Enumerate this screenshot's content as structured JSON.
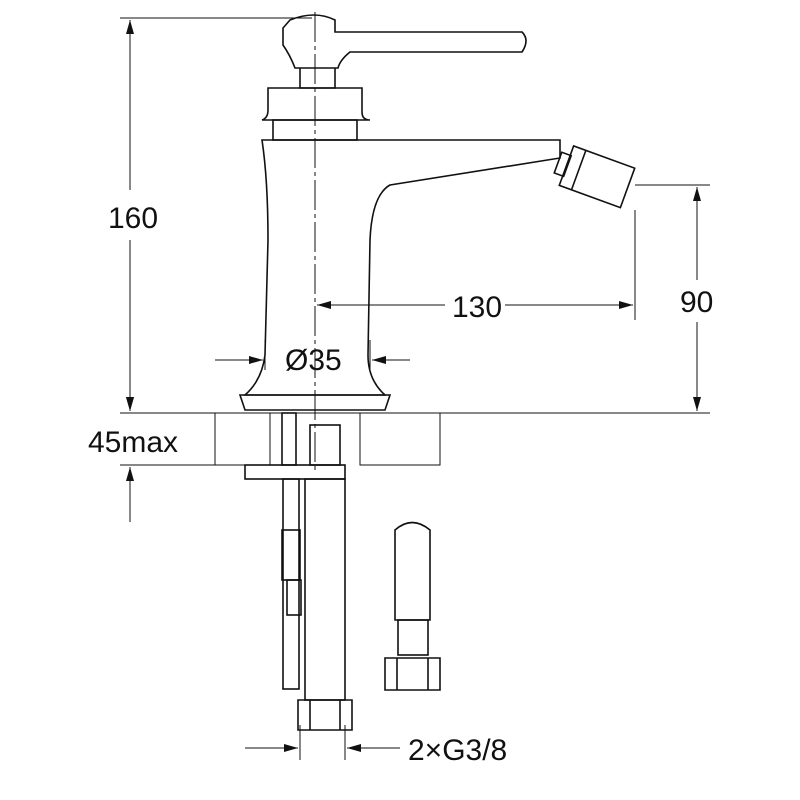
{
  "title": "Bidet faucet dimension drawing",
  "dimensions": {
    "total_height": "160",
    "spout_reach": "130",
    "spout_height": "90",
    "base_diameter": "Ø35",
    "counter_thickness": "45max",
    "connections": "2×G3/8"
  }
}
